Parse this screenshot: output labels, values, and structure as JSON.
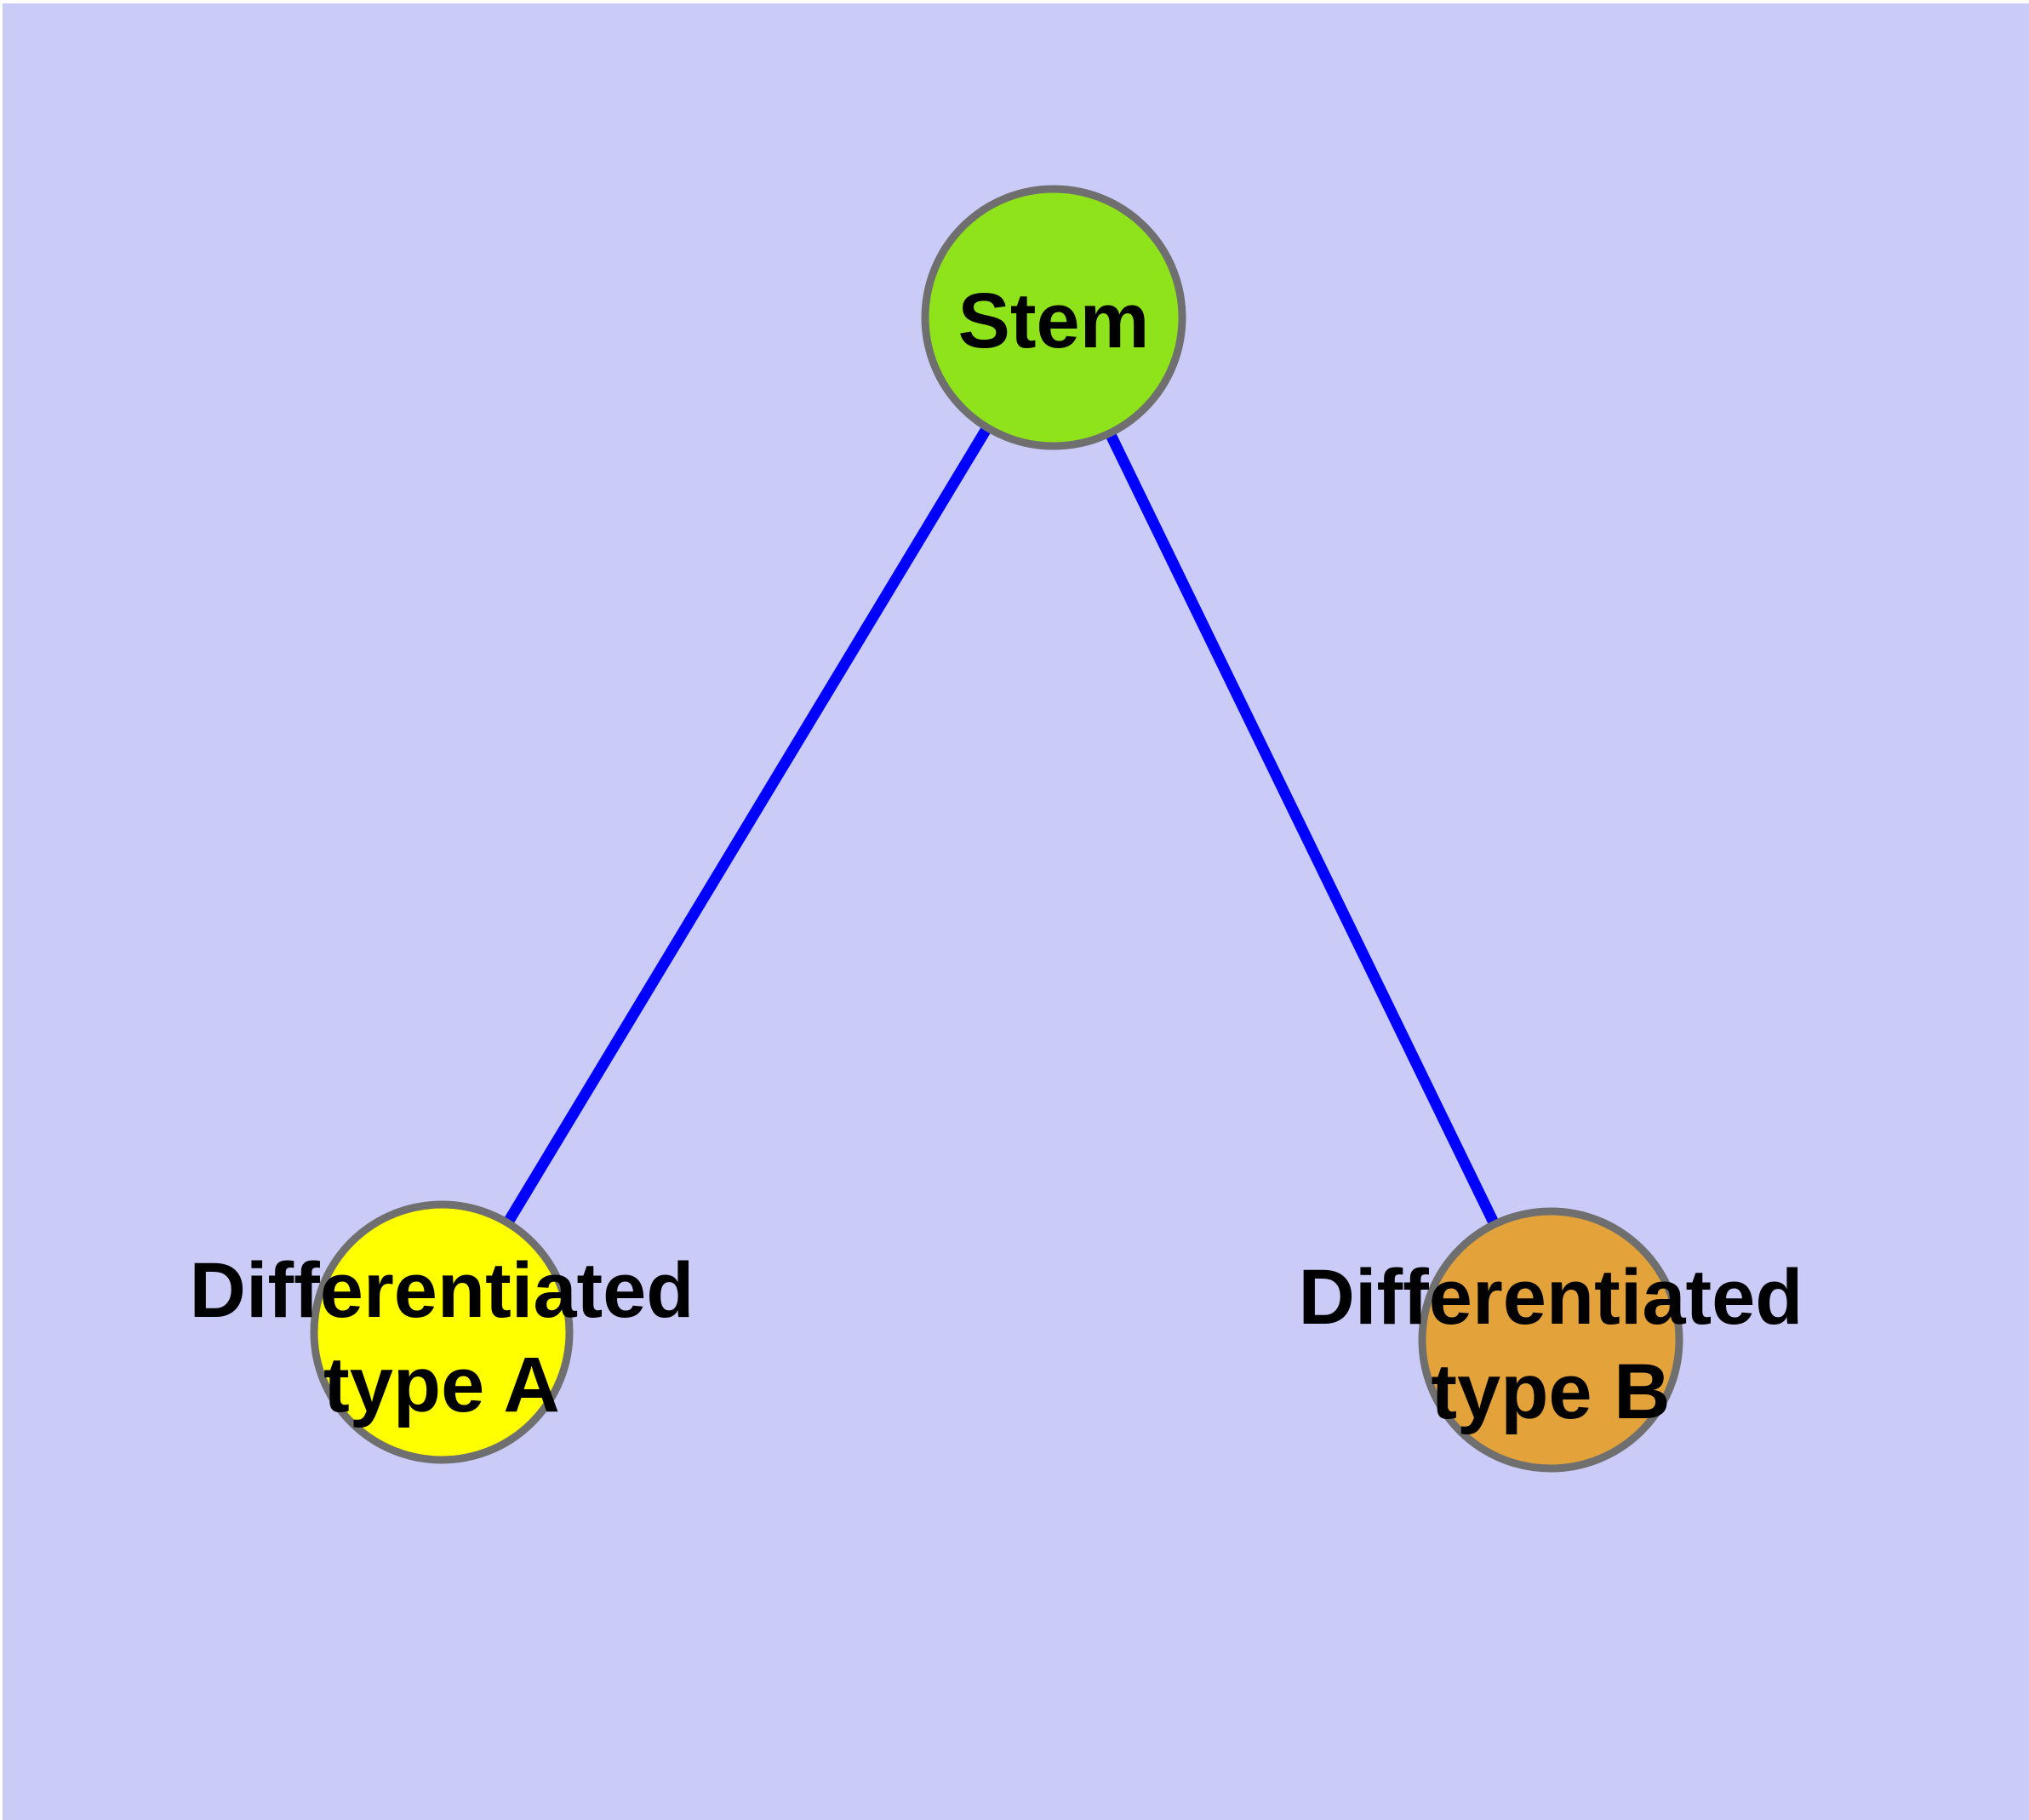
{
  "diagram": {
    "background_color": "#CBCBF8",
    "edge_color": "#0000FF",
    "node_border_color": "#6F6F6F",
    "label_color": "#000000",
    "nodes": {
      "stem": {
        "label": "Stem",
        "color": "#8FE31A"
      },
      "type_a": {
        "label_line1": "Differentiated",
        "label_line2": "type A",
        "color": "#FFFF00"
      },
      "type_b": {
        "label_line1": "Differentiated",
        "label_line2": "type B",
        "color": "#E4A33A"
      }
    },
    "edges": [
      {
        "from": "Stem",
        "to": "Differentiated type A"
      },
      {
        "from": "Stem",
        "to": "Differentiated type B"
      }
    ]
  }
}
